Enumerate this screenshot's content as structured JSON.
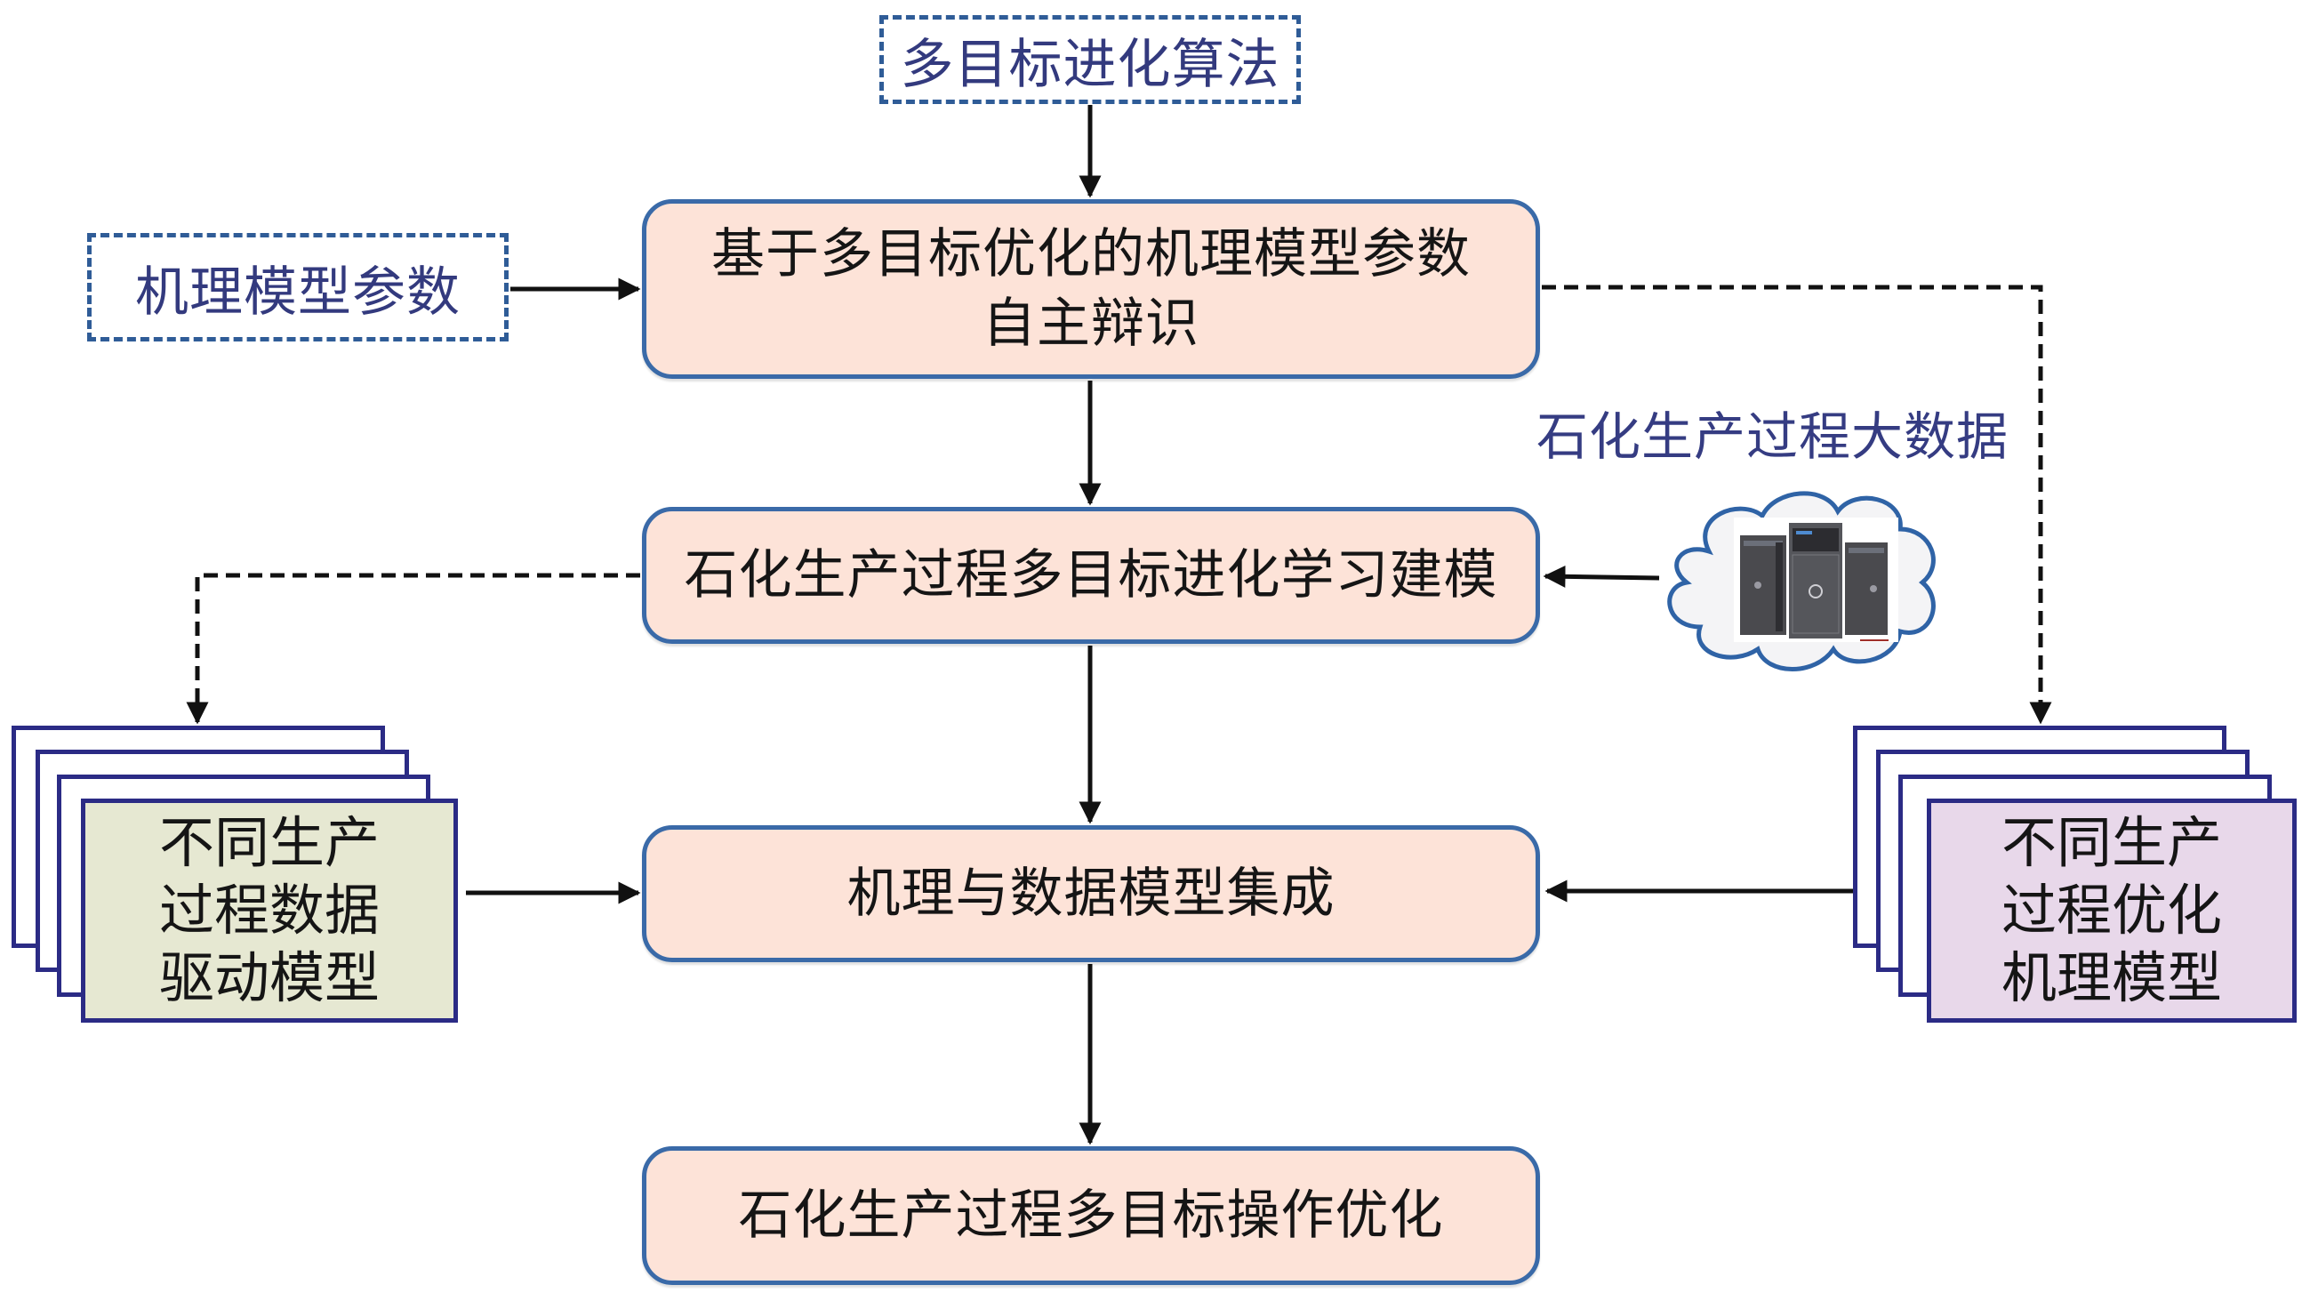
{
  "diagram": {
    "inputs": {
      "algorithm": "多目标进化算法",
      "mechanism_params": "机理模型参数",
      "big_data_label": "石化生产过程大数据"
    },
    "process_steps": [
      {
        "id": "step1",
        "label": "基于多目标优化的机理模型参数\n自主辩识"
      },
      {
        "id": "step2",
        "label": "石化生产过程多目标进化学习建模"
      },
      {
        "id": "step3",
        "label": "机理与数据模型集成"
      },
      {
        "id": "step4",
        "label": "石化生产过程多目标操作优化"
      }
    ],
    "model_stacks": {
      "data_driven": {
        "label": "不同生产\n过程数据\n驱动模型",
        "color": "#e6e8d2"
      },
      "mechanism": {
        "label": "不同生产\n过程优化\n机理模型",
        "color": "#e8d8ea"
      }
    },
    "icons": {
      "data_source": "server-cloud-icon"
    },
    "edges": [
      {
        "from": "多目标进化算法",
        "to": "step1",
        "style": "solid"
      },
      {
        "from": "机理模型参数",
        "to": "step1",
        "style": "solid"
      },
      {
        "from": "step1",
        "to": "step2",
        "style": "solid"
      },
      {
        "from": "step1",
        "to": "mechanism-stack",
        "style": "dashed"
      },
      {
        "from": "server-cloud",
        "to": "step2",
        "style": "solid"
      },
      {
        "from": "step2",
        "to": "data-driven-stack",
        "style": "dashed"
      },
      {
        "from": "step2",
        "to": "step3",
        "style": "solid"
      },
      {
        "from": "data-driven-stack",
        "to": "step3",
        "style": "solid"
      },
      {
        "from": "mechanism-stack",
        "to": "step3",
        "style": "solid"
      },
      {
        "from": "step3",
        "to": "step4",
        "style": "solid"
      }
    ],
    "colors": {
      "process_fill": "#fde3d8",
      "process_border": "#3a6aa8",
      "input_text": "#333a7e",
      "stack_border": "#2b2b85"
    }
  }
}
